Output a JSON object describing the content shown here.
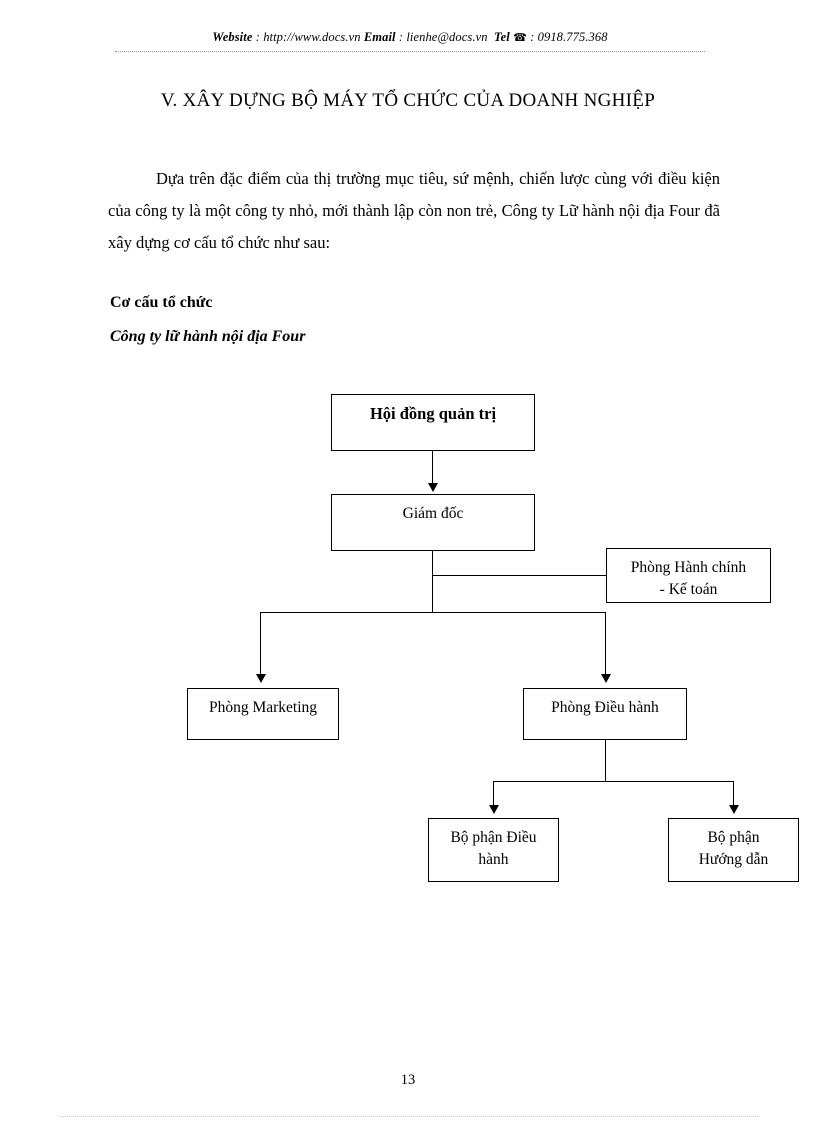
{
  "header": {
    "website_label": "Website",
    "website_sep": " : ",
    "website_url": "http://www.docs.vn",
    "email_label": "Email",
    "email_sep": "  : ",
    "email_value": "lienhe@docs.vn",
    "tel_label": "Tel",
    "phone_icon": "☎",
    "tel_sep": " : ",
    "tel_value": "0918.775.368"
  },
  "document": {
    "title": "V. XÂY DỰNG BỘ MÁY TỔ CHỨC CỦA DOANH NGHIỆP",
    "paragraph": "Dựa trên đặc điểm của thị trường mục tiêu, sứ mệnh, chiến lược cùng với điều kiện của công ty là một công ty nhỏ, mới thành lập còn non trẻ, Công ty Lữ hành nội địa Four đã xây dựng cơ cấu tổ chức như sau:",
    "heading_structure": "Cơ cấu tổ chức",
    "heading_company": "Công ty lữ hành nội địa Four",
    "page_number": "13"
  },
  "org_chart": {
    "nodes": [
      {
        "id": "board",
        "label": "Hội đồng quản trị"
      },
      {
        "id": "director",
        "label": "Giám đốc"
      },
      {
        "id": "admin",
        "label": "Phòng Hành chính\n- Kế toán"
      },
      {
        "id": "marketing",
        "label": "Phòng Marketing"
      },
      {
        "id": "operations",
        "label": "Phòng Điều hành"
      },
      {
        "id": "ops_unit",
        "label": "Bộ phận Điều\nhành"
      },
      {
        "id": "guide_unit",
        "label": "Bộ phận\nHướng dẫn"
      }
    ]
  },
  "colors": {
    "text": "#000000",
    "rule": "#9b9b9b",
    "box_border": "#000000"
  }
}
